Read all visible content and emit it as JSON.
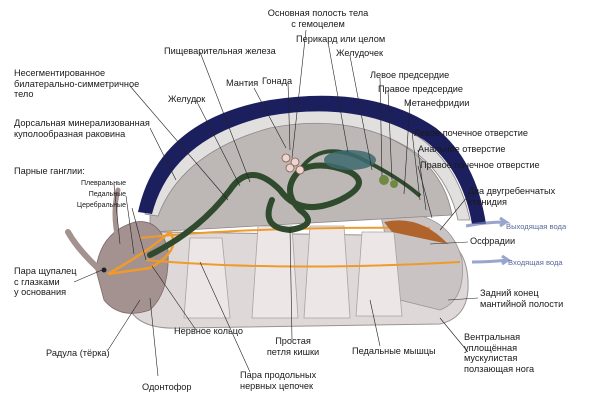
{
  "labels": {
    "body_cavity": "Основная полость тела\nс гемоцелем",
    "pericardium": "Перикард или целом",
    "digestive_gland": "Пищеварительная железа",
    "stomach": "Желудочек",
    "mantle": "Мантия",
    "gonad": "Гонада",
    "left_atrium": "Левое предсердие",
    "right_atrium": "Правое предсердие",
    "metanephridia": "Метанефридии",
    "unsegmented_body": "Несегментированное\nбилатерально-симметричное\nтело",
    "stomach2": "Желудок",
    "dorsal_shell": "Дорсальная минерализованная\nкуполообразная раковина",
    "left_renal": "Левое почечное отверстие",
    "anal": "Анальное отверстие",
    "right_renal": "Правое почечное отверстие",
    "paired_ganglia": "Парные ганглии:",
    "pleural": "Плевральные",
    "pedal": "Педальные",
    "cerebral": "Церебральные",
    "ctenidia": "Два двугребенчатых\nктенидия",
    "outflow": "Выходящая вода",
    "osphradia": "Осфрадии",
    "inflow": "Входящая вода",
    "tentacles": "Пара щупалец\nс глазками\nу основания",
    "posterior_mantle": "Задний конец\nмантийной полости",
    "radula": "Радула (тёрка)",
    "nerve_ring": "Нервное кольцо",
    "intestine": "Простая\nпетля кишки",
    "pedal_muscles": "Педальные мышцы",
    "ventral_foot": "Вентральная\nуплощённая\nмускулистая\nползающая нога",
    "odontophore": "Одонтофор",
    "nerve_cords": "Пара продольных\nнервных цепочек"
  },
  "colors": {
    "shell": "#1c1f5e",
    "mantle": "#d9d6d6",
    "body": "#b9b3b2",
    "foot": "#ded9d8",
    "gut": "#2f4a2c",
    "nerve": "#f09a2c",
    "head": "#a39290",
    "ctenidia": "#b1632c",
    "pericardium": "#3c6a6e",
    "water": "#6e7fb5"
  }
}
